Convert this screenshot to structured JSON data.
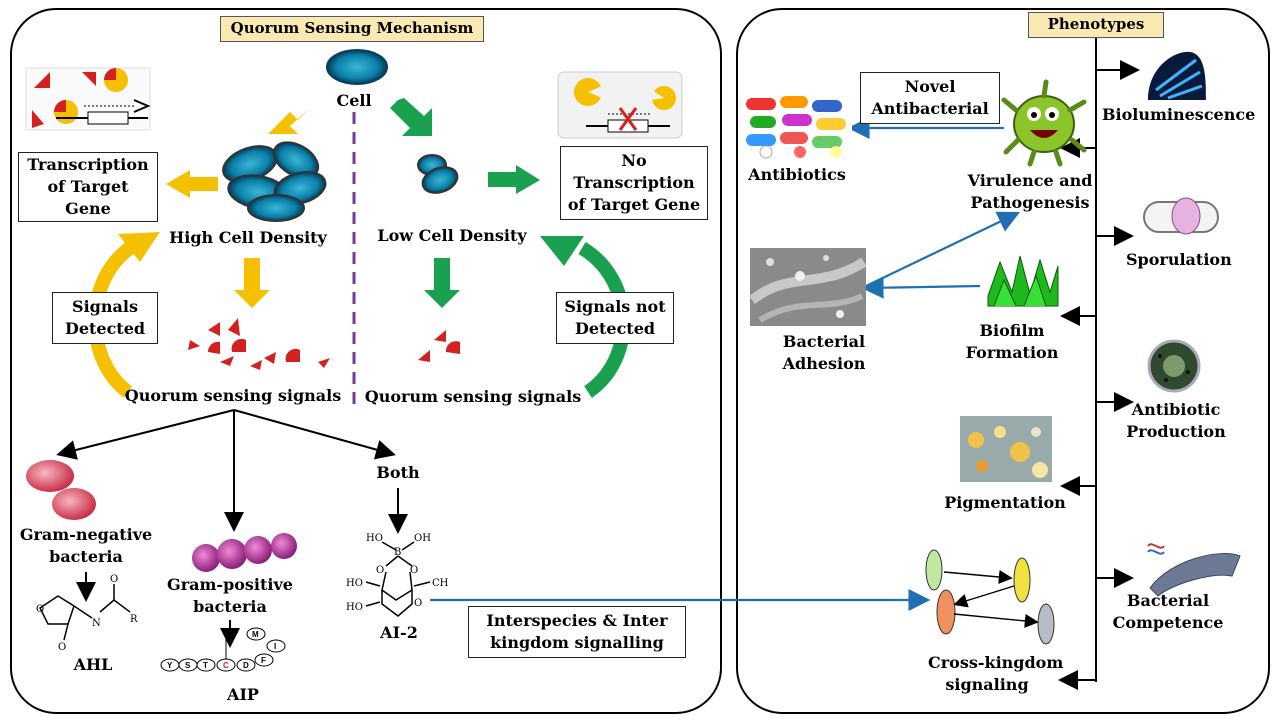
{
  "left_title": "Quorum Sensing Mechanism",
  "right_title": "Phenotypes",
  "cell": "Cell",
  "high_density": "High Cell Density",
  "low_density": "Low Cell Density",
  "transcription": [
    "Transcription",
    "of Target",
    "Gene"
  ],
  "no_transcription": [
    "No",
    "Transcription",
    "of Target Gene"
  ],
  "signals_detected": [
    "Signals",
    "Detected"
  ],
  "signals_not_detected": [
    "Signals not",
    "Detected"
  ],
  "qs_signals_left": "Quorum sensing signals",
  "qs_signals_right": "Quorum sensing signals",
  "gram_negative": [
    "Gram-negative",
    "bacteria"
  ],
  "gram_positive": [
    "Gram-positive",
    "bacteria"
  ],
  "both": "Both",
  "ahl": "AHL",
  "aip": "AIP",
  "ai2": "AI-2",
  "interspecies": [
    "Interspecies & Inter",
    "kingdom signalling"
  ],
  "novel_antibacterial": [
    "Novel",
    "Antibacterial"
  ],
  "antibiotics": "Antibiotics",
  "virulence": [
    "Virulence and",
    "Pathogenesis"
  ],
  "bacterial_adhesion": "Bacterial Adhesion",
  "biofilm": [
    "Biofilm",
    "Formation"
  ],
  "pigmentation": "Pigmentation",
  "cross_kingdom": [
    "Cross-kingdom",
    "signaling"
  ],
  "bioluminescence": "Bioluminescence",
  "sporulation": "Sporulation",
  "antibiotic_production": [
    "Antibiotic",
    "Production"
  ],
  "bacterial_competence": [
    "Bacterial",
    "Competence"
  ],
  "aip_letters": [
    "Y",
    "S",
    "T",
    "C",
    "D",
    "F",
    "I",
    "M"
  ],
  "colors": {
    "yellow_arrow": "#f5c000",
    "green_arrow": "#1aa150",
    "blue_arrow": "#1f6fb2",
    "signal_red": "#d32020",
    "title_fill": "#fbe9b3"
  }
}
